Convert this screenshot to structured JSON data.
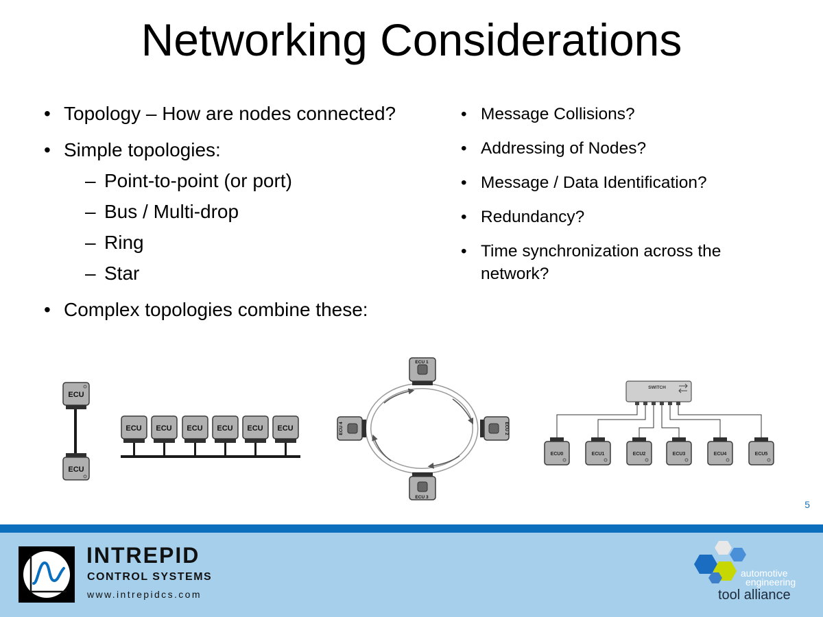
{
  "slide": {
    "title": "Networking Considerations",
    "page_number": "5"
  },
  "left_bullets": {
    "topology": "Topology – How are nodes connected?",
    "simple": "Simple topologies:",
    "sub": [
      "Point-to-point (or port)",
      "Bus / Multi-drop",
      "Ring",
      "Star"
    ],
    "complex": "Complex topologies combine these:"
  },
  "right_bullets": [
    "Message Collisions?",
    "Addressing of Nodes?",
    "Message / Data Identification?",
    "Redundancy?",
    "Time synchronization across the network?"
  ],
  "diagrams": {
    "node_label": "ECU",
    "ring_nodes": [
      "ECU 1",
      "ECU 2",
      "ECU 3",
      "ECU 4"
    ],
    "switch_label": "SWITCH",
    "star_nodes": [
      "ECU0",
      "ECU1",
      "ECU2",
      "ECU3",
      "ECU4",
      "ECU5"
    ]
  },
  "footer": {
    "brand_name": "INTREPID",
    "brand_sub": "CONTROL SYSTEMS",
    "brand_url": "www.intrepidcs.com",
    "alliance_line1": "automotive",
    "alliance_line2": "engineering",
    "alliance_line3": "tool alliance"
  },
  "colors": {
    "accent_blue": "#0c6fbd",
    "footer_bg": "#a6cfec",
    "node_fill": "#b0b0b0",
    "connector": "#2f2f2f"
  },
  "icons": [
    "intrepid-logo-icon",
    "alliance-logo-icon",
    "switch-arrows-icon"
  ]
}
